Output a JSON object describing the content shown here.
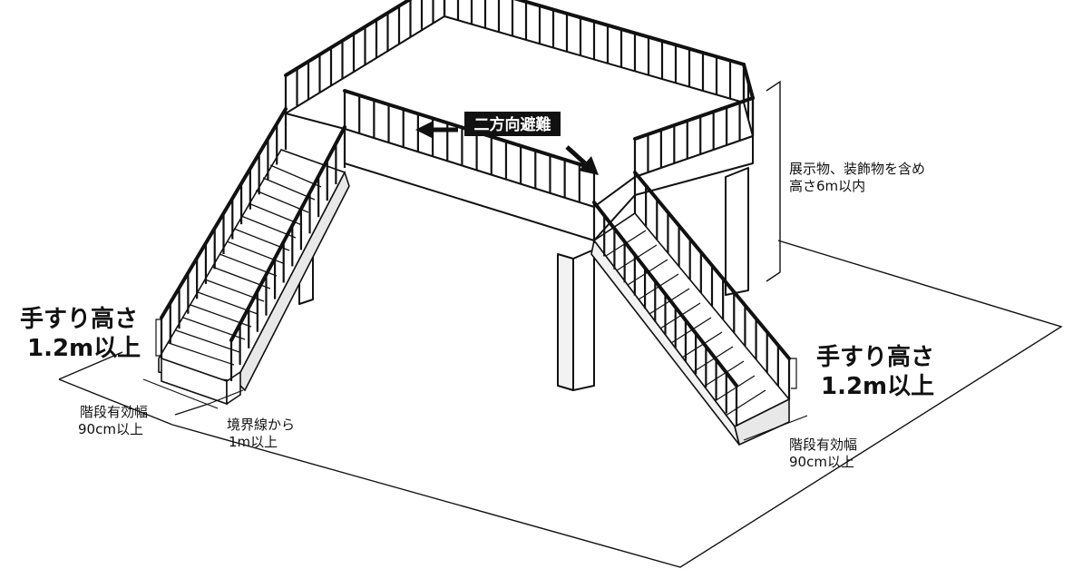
{
  "labels": {
    "evacuation": "二方向避難",
    "height_limit_line1": "展示物、装飾物を含め",
    "height_limit_line2": "高さ6m以内",
    "handrail_left_line1": "手すり高さ",
    "handrail_left_line2": "1.2m以上",
    "handrail_right_line1": "手すり高さ",
    "handrail_right_line2": "1.2m以上",
    "stair_width_left_line1": "階段有効幅",
    "stair_width_left_line2": "90cm以上",
    "boundary_line1": "境界線から",
    "boundary_line2": "1m以上",
    "stair_width_right_line1": "階段有効幅",
    "stair_width_right_line2": "90cm以上"
  },
  "colors": {
    "ink": "#111111",
    "badge_bg": "#111111",
    "badge_text": "#ffffff",
    "surface": "#ffffff"
  }
}
